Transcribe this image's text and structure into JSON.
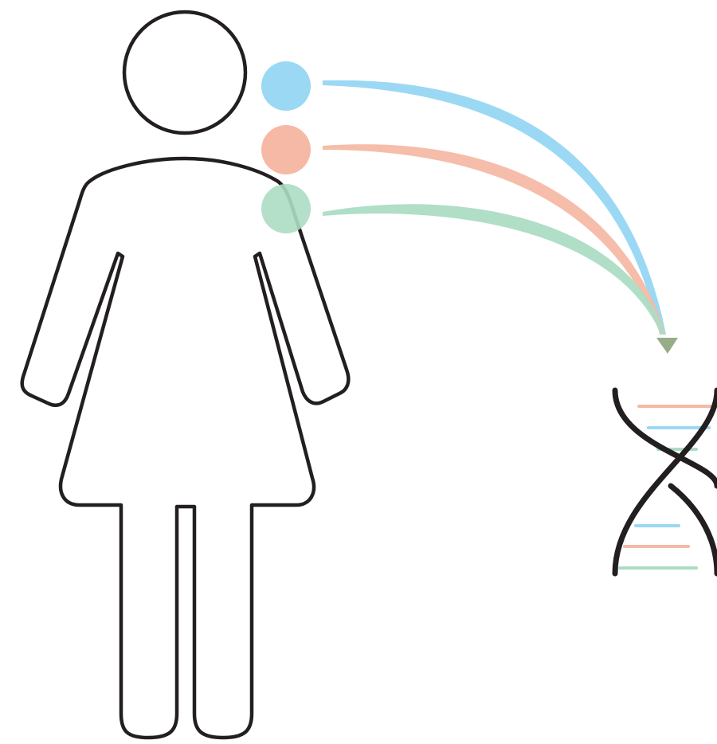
{
  "colors": {
    "outline": "#231f20",
    "blue": "#9bd8f4",
    "salmon": "#f6b9a5",
    "green": "#acdcc3",
    "arrowhead": "#96ad88"
  },
  "icons": {
    "person": "woman-figure-icon",
    "dna": "dna-double-helix-icon"
  },
  "markers": [
    {
      "id": "marker-blue",
      "color_key": "blue"
    },
    {
      "id": "marker-salmon",
      "color_key": "salmon"
    },
    {
      "id": "marker-green",
      "color_key": "green"
    }
  ]
}
